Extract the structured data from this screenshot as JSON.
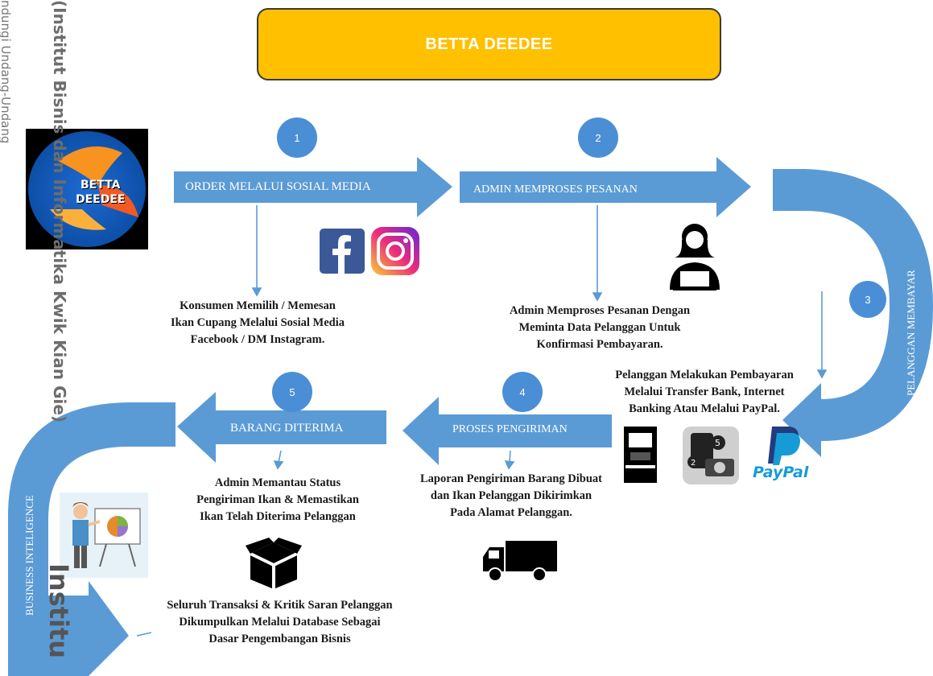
{
  "title": "BETTA DEEDEE",
  "logo": {
    "line1": "BETTA",
    "line2": "DEEDEE"
  },
  "watermark": {
    "left_line": "ndungi Undang-Undang",
    "institute_line": "(Institut Bisnis dan Informatika Kwik Kian Gie)",
    "bottom_word": "Institu"
  },
  "steps": [
    {
      "number": "1",
      "label": "ORDER MELALUI SOSIAL MEDIA",
      "description": [
        "Konsumen Memilih / Memesan",
        "Ikan Cupang Melalui Sosial Media",
        "Facebook / DM Instagram."
      ],
      "icons": [
        "facebook-icon",
        "instagram-icon"
      ]
    },
    {
      "number": "2",
      "label": "ADMIN MEMPROSES PESANAN",
      "description": [
        "Admin Memproses Pesanan Dengan",
        "Meminta Data Pelanggan Untuk",
        "Konfirmasi Pembayaran."
      ],
      "icons": [
        "admin-user-icon"
      ]
    },
    {
      "number": "3",
      "label": "PELANGGAN MEMBAYAR",
      "description": [
        "Pelanggan Melakukan Pembayaran",
        "Melalui Transfer Bank, Internet",
        "Banking Atau Melalui PayPal."
      ],
      "icons": [
        "atm-icon",
        "mobile-banking-icon",
        "paypal-icon"
      ],
      "paypal_text": "PayPal"
    },
    {
      "number": "4",
      "label": "PROSES PENGIRIMAN",
      "description": [
        "Laporan Pengiriman Barang Dibuat",
        "dan Ikan Pelanggan Dikirimkan",
        "Pada Alamat Pelanggan."
      ],
      "icons": [
        "truck-icon"
      ]
    },
    {
      "number": "5",
      "label": "BARANG DITERIMA",
      "description": [
        "Admin Memantau Status",
        "Pengiriman Ikan & Memastikan",
        "Ikan Telah Diterima Pelanggan"
      ],
      "icons": [
        "package-icon"
      ]
    }
  ],
  "business_intelligence": {
    "label": "BUSINESS INTELIGENCE",
    "description": [
      "Seluruh Transaksi & Kritik Saran Pelanggan",
      "Dikumpulkan Melalui Database Sebagai",
      "Dasar Pengembangan Bisnis"
    ],
    "icons": [
      "presentation-icon"
    ]
  },
  "colors": {
    "arrow": "#5b9bd5",
    "circle": "#4a8fd6",
    "title_bg": "#ffc000",
    "connector": "#5b9bd5"
  }
}
